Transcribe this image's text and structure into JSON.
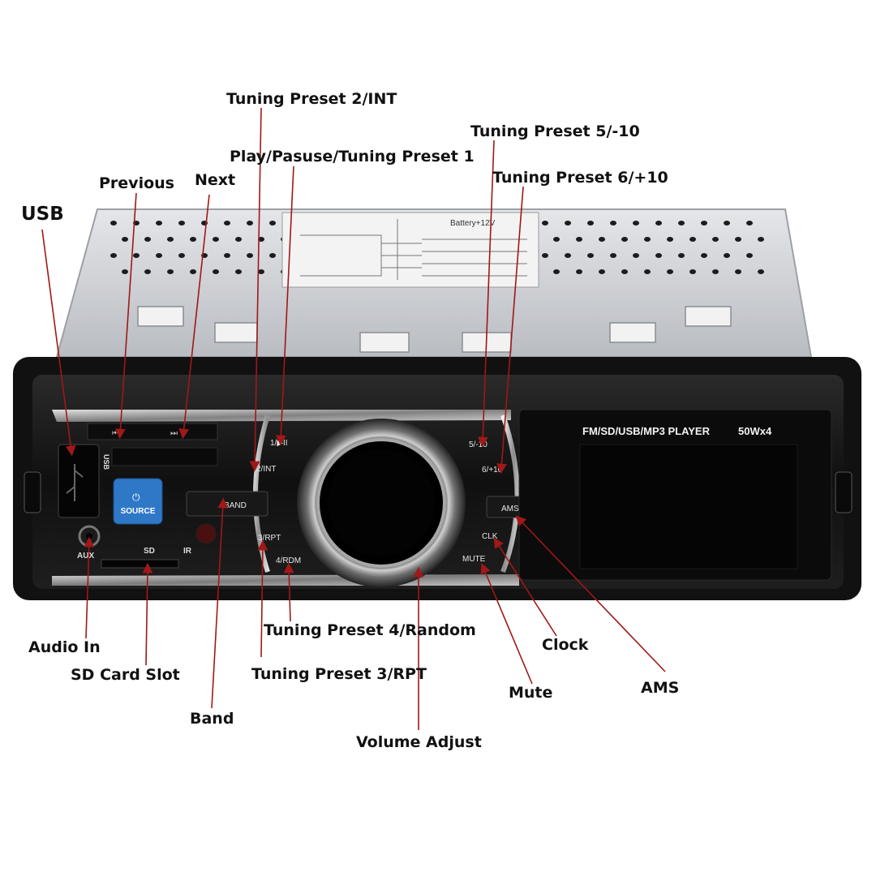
{
  "product": {
    "panel_text": "FM/SD/USB/MP3 PLAYER",
    "power_text": "50Wx4",
    "source_button": "SOURCE",
    "band_button": "BAND",
    "ams_button": "AMS",
    "clk_button": "CLK",
    "mute_button": "MUTE",
    "btn_1": "1/▶II",
    "btn_2": "2/INT",
    "btn_3": "3/RPT",
    "btn_4": "4/RDM",
    "btn_5": "5/-10",
    "btn_6": "6/+10",
    "usb_port_label": "USB",
    "aux_port_label": "AUX",
    "sd_port_label": "SD",
    "ir_label": "IR",
    "sticker_title": "Battery+12V"
  },
  "callouts": {
    "usb": "USB",
    "previous": "Previous",
    "next": "Next",
    "tuning_preset_2": "Tuning Preset 2/INT",
    "play_pause": "Play/Pasuse/Tuning Preset 1",
    "tuning_preset_5": "Tuning Preset 5/-10",
    "tuning_preset_6": "Tuning Preset 6/+10",
    "audio_in": "Audio In",
    "sd_card_slot": "SD Card Slot",
    "band": "Band",
    "tuning_preset_4": "Tuning Preset 4/Random",
    "tuning_preset_3": "Tuning Preset 3/RPT",
    "volume_adjust": "Volume Adjust",
    "clock": "Clock",
    "mute": "Mute",
    "ams": "AMS"
  },
  "colors": {
    "arrow": "#a01818",
    "chassis": "#d3d5d8",
    "faceplate": "#141414",
    "source_button": "#2f78c8",
    "display": "#0a0a0a"
  }
}
